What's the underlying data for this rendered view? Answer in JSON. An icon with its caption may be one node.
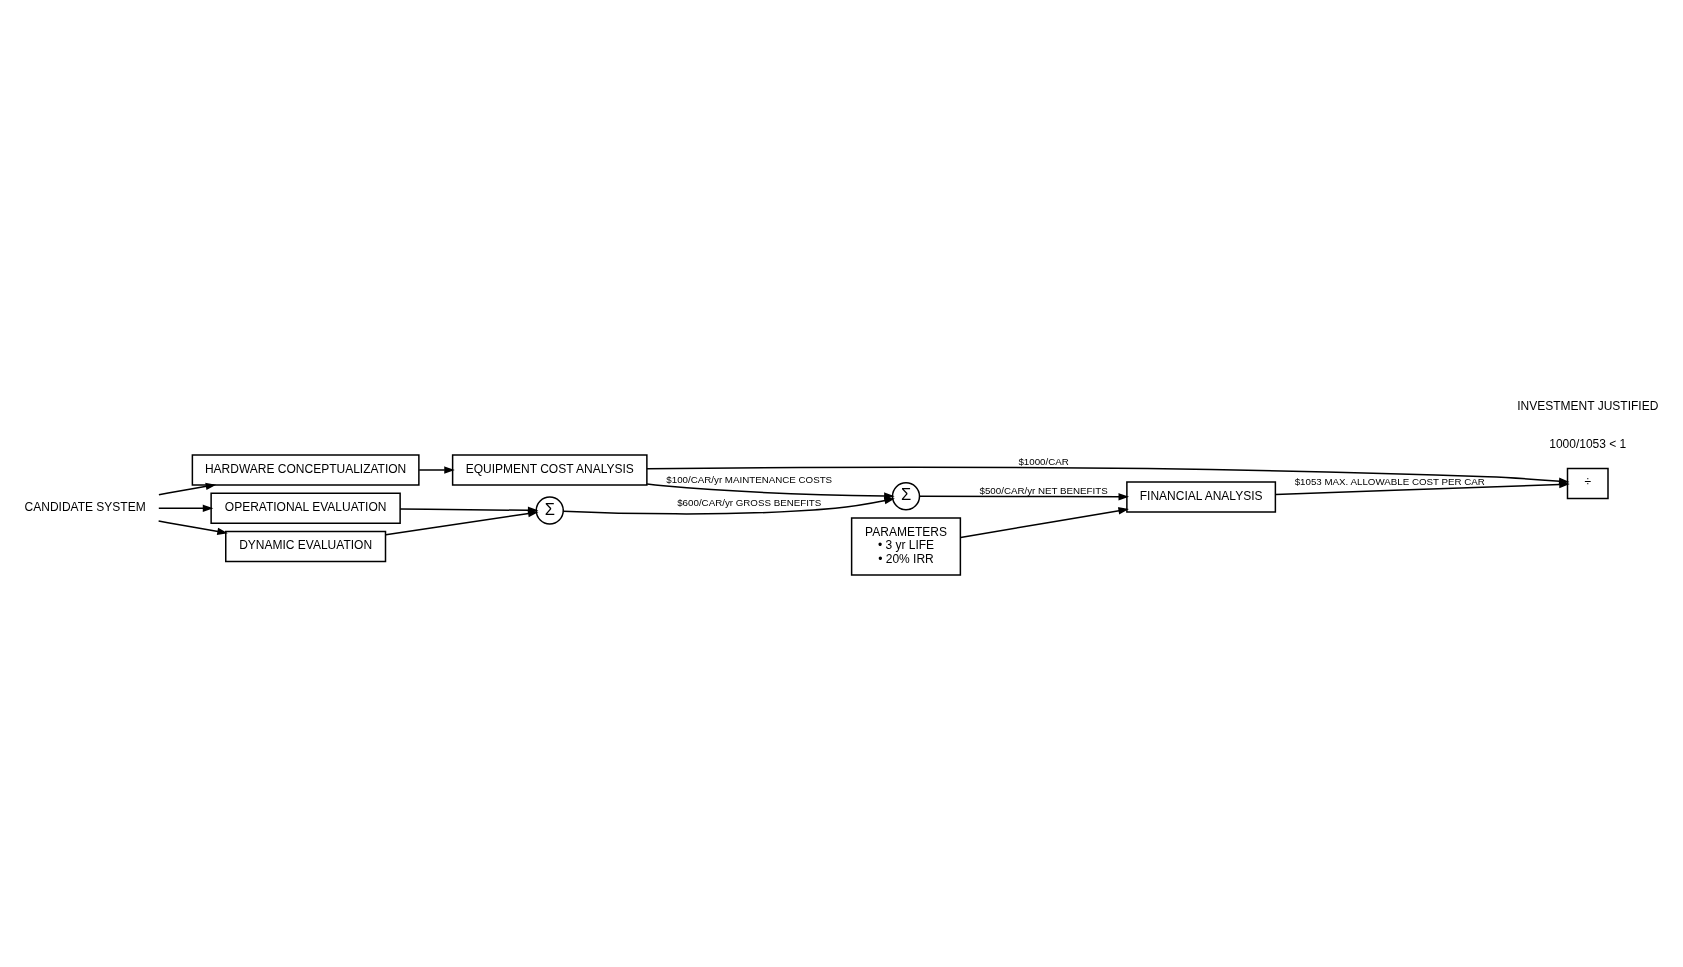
{
  "diagram": {
    "nodes": [
      {
        "text": [
          "CANDIDATE SYSTEM"
        ]
      },
      {
        "text": [
          "HARDWARE CONCEPTUALIZATION"
        ]
      },
      {
        "text": [
          "EQUIPMENT COST ANALYSIS"
        ]
      },
      {
        "text": [
          "OPERATIONAL EVALUATION"
        ]
      },
      {
        "text": [
          "DYNAMIC EVALUATION"
        ]
      },
      {
        "text": [
          "Σ"
        ]
      },
      {
        "text": [
          "Σ"
        ]
      },
      {
        "text": [
          "FINANCIAL ANALYSIS"
        ]
      },
      {
        "text": [
          "PARAMETERS",
          "• 3 yr LIFE",
          "• 20% IRR"
        ]
      },
      {
        "text": [
          "÷"
        ],
        "beside": [
          "1000/1053 < 1",
          "INVESTMENT JUSTIFIED"
        ]
      }
    ],
    "edges": [
      {
        "from": 0,
        "to": 1,
        "arrow": "to"
      },
      {
        "from": 0,
        "to": 3,
        "arrow": "to"
      },
      {
        "from": 0,
        "to": 4,
        "arrow": "to"
      },
      {
        "from": 1,
        "to": 2,
        "arrow": "to"
      },
      {
        "from": 2,
        "to": 9,
        "arrow": "to",
        "label": "$1000/CAR"
      },
      {
        "from": 2,
        "to": 6,
        "arrow": "to",
        "label": "$100/CAR/yr MAINTENANCE COSTS"
      },
      {
        "from": 3,
        "to": 5,
        "arrow": "to"
      },
      {
        "from": 4,
        "to": 5,
        "arrow": "to"
      },
      {
        "from": 5,
        "to": 6,
        "arrow": "to",
        "label": "$600/CAR/yr GROSS BENEFITS"
      },
      {
        "from": 6,
        "to": 7,
        "arrow": "to",
        "label": "$500/CAR/yr NET BENEFITS"
      },
      {
        "from": 8,
        "to": 7,
        "arrow": "to"
      },
      {
        "from": 7,
        "to": 9,
        "arrow": "to",
        "label": "$1053 MAX. ALLOWABLE COST PER CAR"
      }
    ]
  }
}
